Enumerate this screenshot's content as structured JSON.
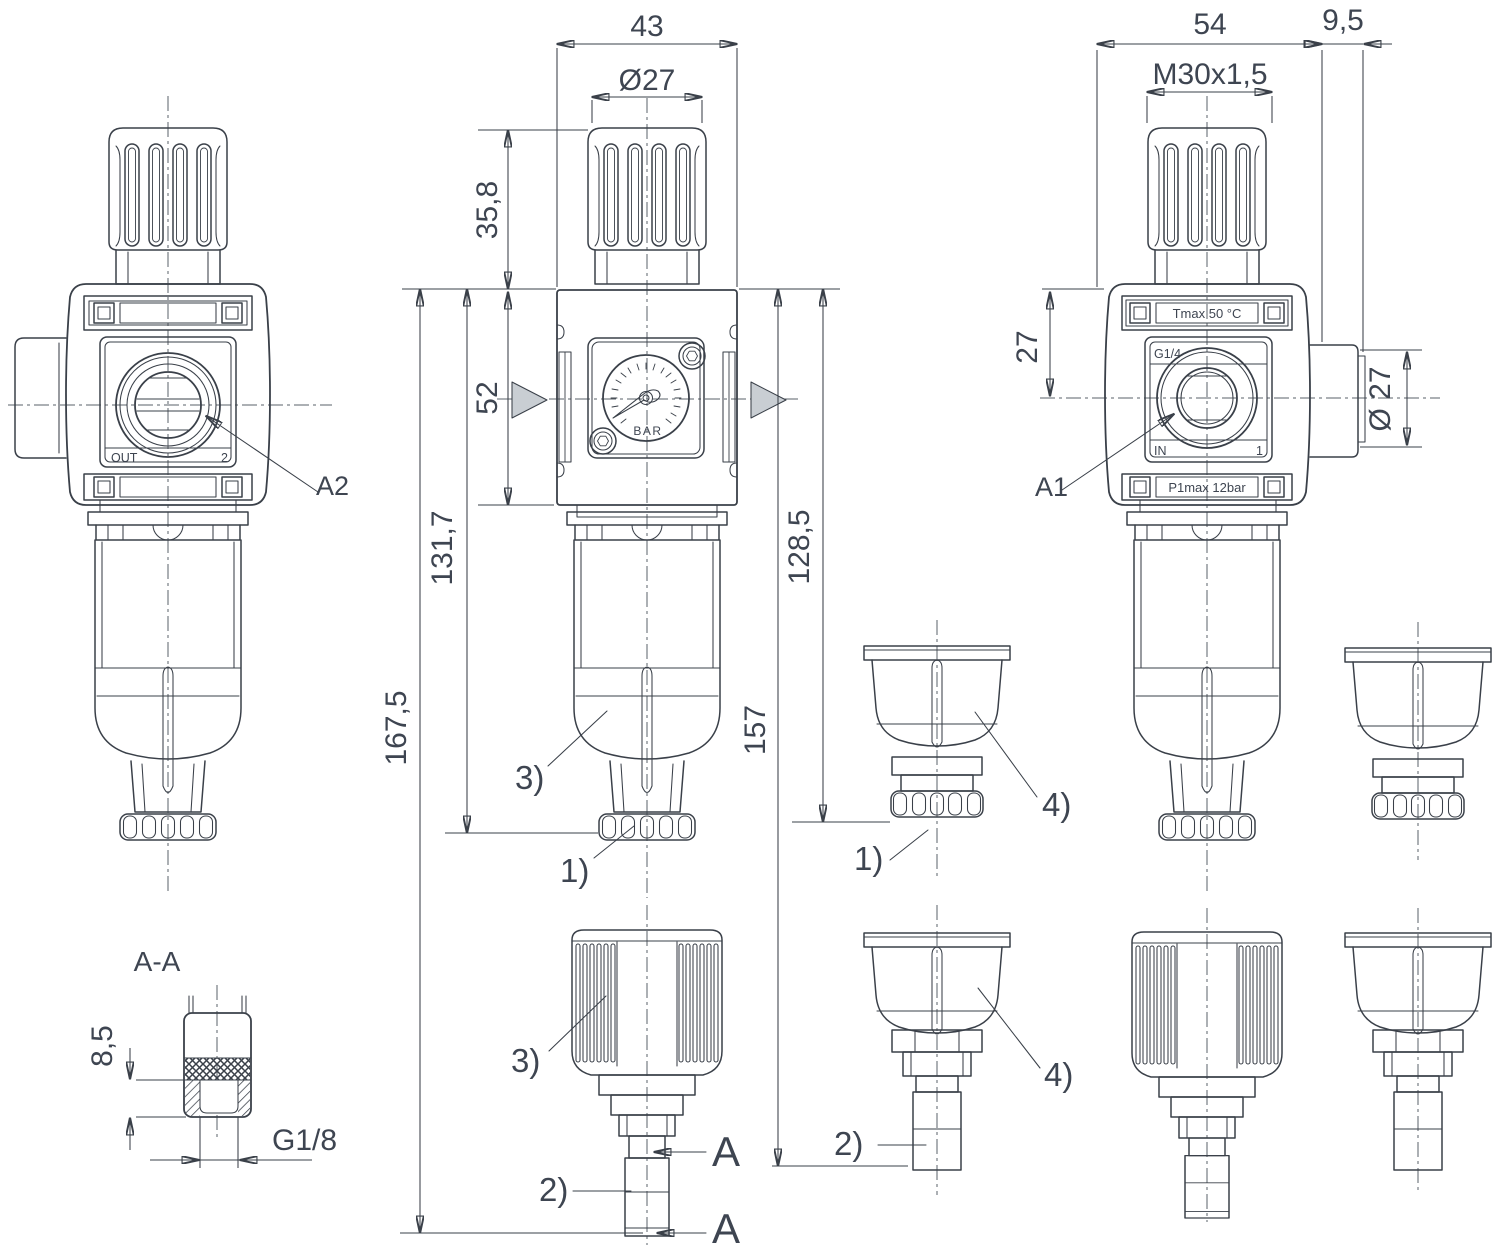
{
  "dimensions": {
    "body_width": "43",
    "knob_thread_dia": "Ø27",
    "knob_height": "35,8",
    "body_height": "52",
    "height_to_bowl_nut": "131,7",
    "height_total": "167,5",
    "height_to_drain": "157",
    "height_compact": "128,5",
    "front_width": "54",
    "boss_depth": "9,5",
    "knob_thread": "M30x1,5",
    "port_offset": "27",
    "boss_dia": "Ø 27",
    "section_depth": "8,5",
    "drain_thread": "G1/8"
  },
  "labels": {
    "section_title": "A-A",
    "cut_arrow": "A",
    "ref_a1": "A1",
    "ref_a2": "A2",
    "item_1": "1)",
    "item_2": "2)",
    "item_3": "3)",
    "item_4": "4)"
  },
  "markings": {
    "out_port": "OUT",
    "out_num": "2",
    "in_port": "IN",
    "in_num": "1",
    "in_thread": "G1/4",
    "tmax": "Tmax 50 °C",
    "p1max": "P1max 12bar",
    "gauge_unit": "BAR"
  },
  "colors": {
    "line": "#3a4049",
    "text": "#3e4551",
    "arrow_fill": "#c9ced3",
    "background": "#ffffff"
  }
}
